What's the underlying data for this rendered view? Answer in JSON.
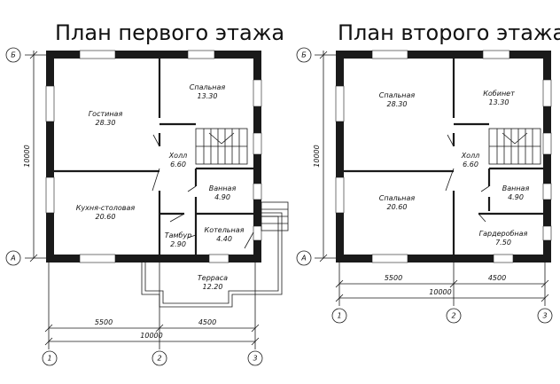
{
  "plan1": {
    "title": "План первого этажа",
    "rooms": [
      {
        "name": "Гостиная",
        "area": "28.30"
      },
      {
        "name": "Спальная",
        "area": "13.30"
      },
      {
        "name": "Холл",
        "area": "6.60"
      },
      {
        "name": "Ванная",
        "area": "4.90"
      },
      {
        "name": "Кухня-столовая",
        "area": "20.60"
      },
      {
        "name": "Тамбур",
        "area": "2.90"
      },
      {
        "name": "Котельная",
        "area": "4.40"
      },
      {
        "name": "Терраса",
        "area": "12.20"
      }
    ],
    "dims": {
      "d1": "5500",
      "d2": "4500",
      "total": "10000",
      "height": "10000"
    },
    "axes": {
      "a1": "1",
      "a2": "2",
      "a3": "3",
      "row_a": "А",
      "row_b": "Б"
    }
  },
  "plan2": {
    "title": "План второго этажа",
    "rooms": [
      {
        "name": "Спальная",
        "area": "28.30"
      },
      {
        "name": "Кобинет",
        "area": "13.30"
      },
      {
        "name": "Холл",
        "area": "6.60"
      },
      {
        "name": "Ванная",
        "area": "4.90"
      },
      {
        "name": "Спальная",
        "area": "20.60"
      },
      {
        "name": "Гардеробная",
        "area": "7.50"
      }
    ],
    "dims": {
      "d1": "5500",
      "d2": "4500",
      "total": "10000",
      "height": "10000"
    },
    "axes": {
      "a1": "1",
      "a2": "2",
      "a3": "3",
      "row_a": "А",
      "row_b": "Б"
    }
  }
}
